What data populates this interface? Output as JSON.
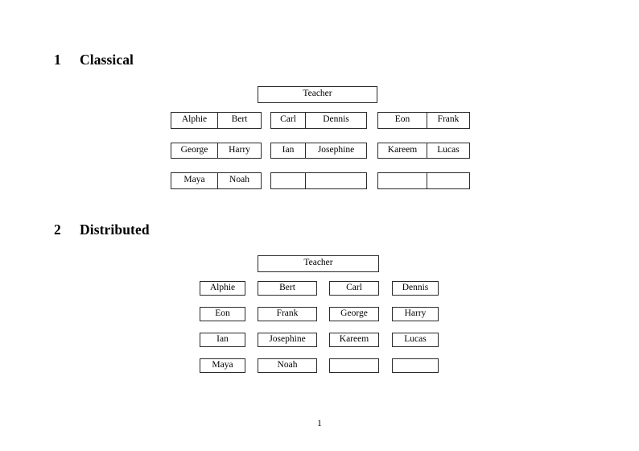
{
  "document": {
    "page_number": "1"
  },
  "sections": [
    {
      "number": "1",
      "title": "Classical",
      "teacher_label": "Teacher",
      "groups": [
        {
          "rows": [
            [
              "Alphie",
              "Bert"
            ],
            [
              "George",
              "Harry"
            ],
            [
              "Maya",
              "Noah"
            ]
          ]
        },
        {
          "rows": [
            [
              "Carl",
              "Dennis"
            ],
            [
              "Ian",
              "Josephine"
            ],
            [
              "",
              ""
            ]
          ]
        },
        {
          "rows": [
            [
              "Eon",
              "Frank"
            ],
            [
              "Kareem",
              "Lucas"
            ],
            [
              "",
              ""
            ]
          ]
        }
      ]
    },
    {
      "number": "2",
      "title": "Distributed",
      "teacher_label": "Teacher",
      "rows": [
        [
          "Alphie",
          "Bert",
          "Carl",
          "Dennis"
        ],
        [
          "Eon",
          "Frank",
          "George",
          "Harry"
        ],
        [
          "Ian",
          "Josephine",
          "Kareem",
          "Lucas"
        ],
        [
          "Maya",
          "Noah",
          "",
          ""
        ]
      ]
    }
  ],
  "colors": {
    "page_background": "#ffffff",
    "text": "#000000",
    "border": "#2b2b2b"
  }
}
